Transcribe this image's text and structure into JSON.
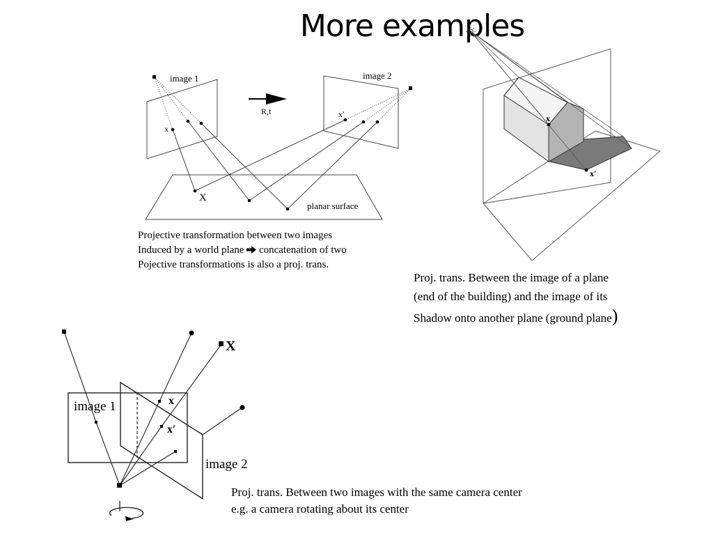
{
  "slide": {
    "title": "More examples"
  },
  "fig_planar": {
    "label_image1": "image 1",
    "label_image2": "image 2",
    "label_rt": "R,t",
    "label_x": "x",
    "label_xprime": "x′",
    "label_X": "X",
    "label_surface": "planar surface"
  },
  "caption_planar": {
    "line1": "Projective transformation between two images",
    "line2_a": "Induced by a world plane",
    "line2_b": "concatenation of two",
    "line3": "Pojective transformations is also a proj. trans."
  },
  "fig_shadow": {
    "label_x": "x",
    "label_xprime": "x′"
  },
  "caption_shadow": {
    "line1": "Proj. trans. Between the image of a plane",
    "line2": "(end of the building) and the image of its",
    "line3": "Shadow onto another plane (ground plane",
    "line3_paren": ")"
  },
  "fig_rotation": {
    "label_image1": "image 1",
    "label_image2": "image 2",
    "label_X": "X",
    "label_x": "x",
    "label_xprime": "x′"
  },
  "caption_rotation": {
    "line1": "Proj. trans. Between two images with the same camera center",
    "line2": "e.g. a camera rotating about its center"
  },
  "icons": {
    "arrow": "right-arrow-icon",
    "sun": "sun-icon",
    "rotation": "rotation-arrow-icon"
  }
}
